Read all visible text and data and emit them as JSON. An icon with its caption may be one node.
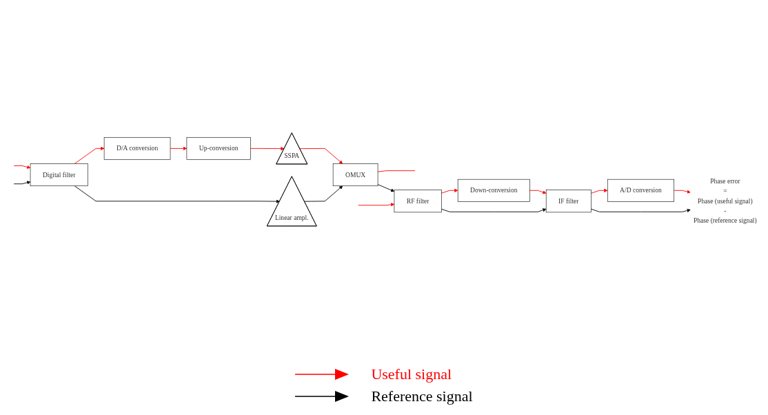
{
  "diagram": {
    "nodes": [
      {
        "text": [
          "Digital filter"
        ]
      },
      {
        "text": [
          "D/A conversion"
        ]
      },
      {
        "text": [
          "Up-conversion"
        ]
      },
      {
        "text": [
          "SSPA"
        ]
      },
      {
        "text": [
          "Linear ampl."
        ]
      },
      {
        "text": [
          "OMUX"
        ]
      },
      {
        "text": [
          "RF filter"
        ]
      },
      {
        "text": [
          "Down-conversion"
        ]
      },
      {
        "text": [
          "IF filter"
        ]
      },
      {
        "text": [
          "A/D conversion"
        ]
      },
      {
        "text": [
          "Phase error",
          "=",
          "Phase (useful signal)",
          "-",
          "Phase (reference signal)"
        ]
      }
    ],
    "edges": [
      {
        "from": null,
        "to": 0,
        "arrow": "to"
      },
      {
        "from": null,
        "to": 0,
        "arrow": "to",
        "color": "#000000"
      },
      {
        "from": 0,
        "to": 1,
        "arrow": "to"
      },
      {
        "from": 1,
        "to": 2,
        "arrow": "to"
      },
      {
        "from": 2,
        "to": 3,
        "arrow": "to"
      },
      {
        "from": 0,
        "to": 4,
        "arrow": "to",
        "color": "#000000"
      },
      {
        "from": 3,
        "to": 5,
        "arrow": "to"
      },
      {
        "from": 4,
        "to": 5,
        "arrow": "to",
        "color": "#000000"
      },
      {
        "from": 5,
        "to": null,
        "arrow": "none"
      },
      {
        "from": 5,
        "to": 6,
        "arrow": "to",
        "color": "#000000"
      },
      {
        "from": null,
        "to": 6,
        "arrow": "to"
      },
      {
        "from": 6,
        "to": 7,
        "arrow": "to"
      },
      {
        "from": 6,
        "to": 8,
        "arrow": "to",
        "color": "#000000"
      },
      {
        "from": 7,
        "to": 8,
        "arrow": "to"
      },
      {
        "from": 8,
        "to": 9,
        "arrow": "to"
      },
      {
        "from": 8,
        "to": 10,
        "arrow": "to",
        "color": "#000000"
      },
      {
        "from": 9,
        "to": 10,
        "arrow": "to"
      }
    ],
    "legend": [
      {
        "text": "Useful signal",
        "color": "#ff0000"
      },
      {
        "text": "Reference signal",
        "color": "#000000"
      }
    ]
  }
}
